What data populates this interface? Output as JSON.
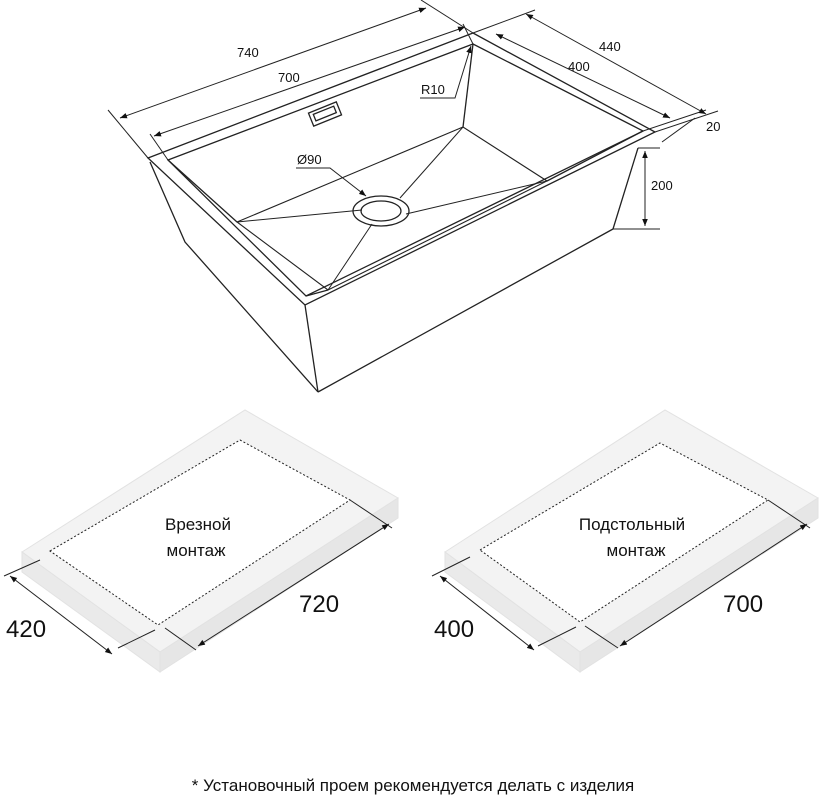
{
  "sink": {
    "dims": {
      "outer_length": "740",
      "inner_length": "700",
      "outer_width": "440",
      "inner_width": "400",
      "corner_radius": "R10",
      "drain_diameter": "Ø90",
      "depth": "200",
      "rim": "20"
    }
  },
  "flush_mount": {
    "label_line1": "Врезной",
    "label_line2": "монтаж",
    "width": "420",
    "length": "720"
  },
  "undermount": {
    "label_line1": "Подстольный",
    "label_line2": "монтаж",
    "width": "400",
    "length": "700"
  },
  "footnote": "* Установочный проем рекомендуется делать с изделия"
}
